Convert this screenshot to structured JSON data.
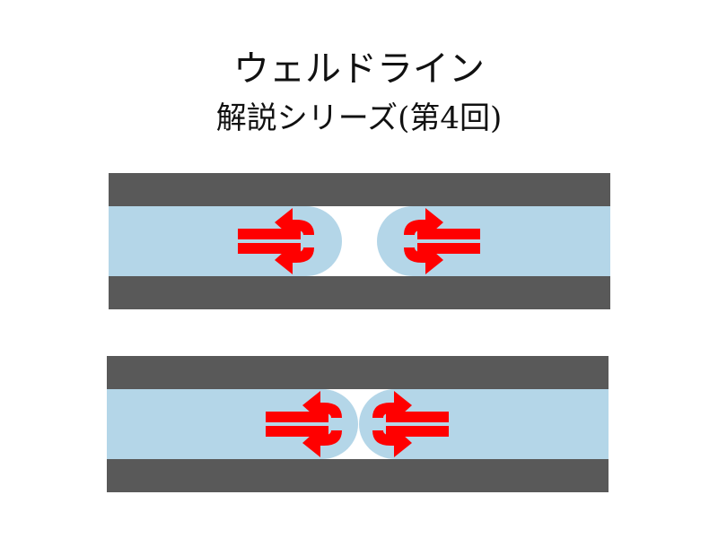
{
  "title": "ウェルドライン",
  "subtitle": "解説シリーズ(第4回)",
  "colors": {
    "wall": "#595959",
    "flow": "#b4d6e8",
    "arrow": "#ff0000",
    "background": "#ffffff"
  },
  "stages": [
    {
      "name": "flow-fronts-approaching"
    },
    {
      "name": "flow-fronts-meeting"
    }
  ]
}
